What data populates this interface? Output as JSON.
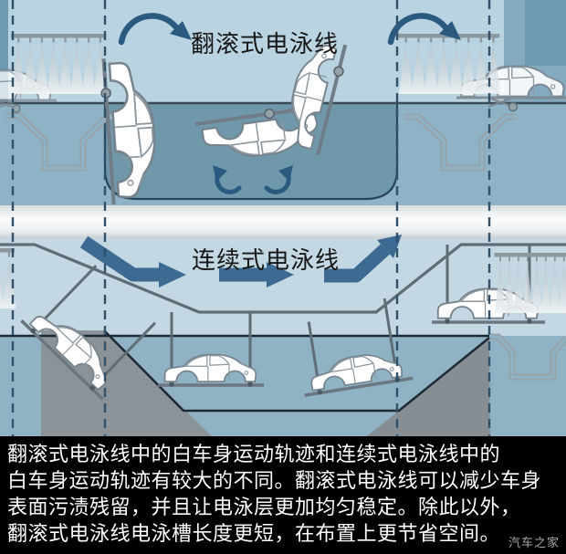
{
  "titles": {
    "rolling_line": "翻滚式电泳线",
    "continuous_line": "连续式电泳线"
  },
  "caption": {
    "lines": [
      "翻滚式电泳线中的白车身运动轨迹和连续式电泳线中的",
      "白车身运动轨迹有较大的不同。翻滚式电泳线可以减少车身",
      "表面污渍残留，并且让电泳层更加均匀稳定。除此以外，",
      "翻滚式电泳线电泳槽长度更短，在布置上更节省空间。"
    ]
  },
  "watermark": "汽车之家",
  "icons": {
    "rotate_arrow": "curved-rotation-arrow",
    "flow_arrow": "right-flow-arrow",
    "spray": "spray-station",
    "funnel": "drain-funnel",
    "car": "car-body-in-white"
  },
  "colors": {
    "panel_light": "#b9d3e0",
    "background_blue": "#8fb3c6",
    "corner_dark_blue": "#6f99b2",
    "tank_fill": "#6f98ab",
    "bottom_light": "#c3d8e3",
    "bottom_water": "#8fb3c4",
    "ground_grey": "#8b9298",
    "arrow_blue": "#3c6a92",
    "rotate_arrow_blue": "#2b5a80",
    "dashed_line": "#31506a",
    "caption_bg": "#000000",
    "caption_text": "#ffffff",
    "watermark_text": "#a9a9a9"
  }
}
